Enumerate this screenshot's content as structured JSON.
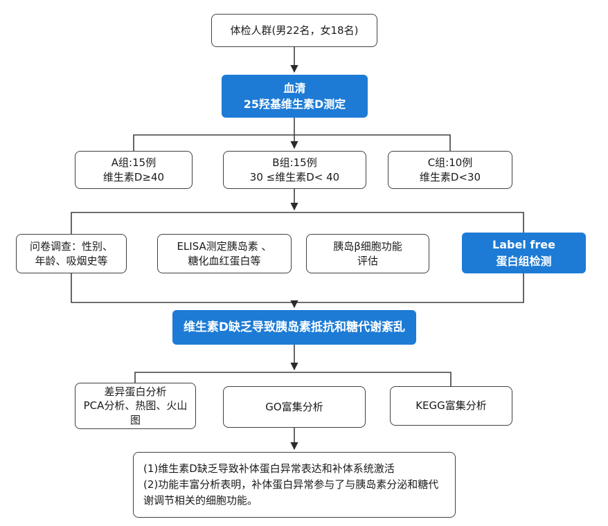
{
  "palette": {
    "accent_blue": "#1d7bd5",
    "box_border": "#3f3f3f",
    "connector": "#3f3f3f",
    "background": "#ffffff",
    "blue_text": "#ffffff"
  },
  "flowchart": {
    "top": {
      "label": "体检人群(男22名，女18名)"
    },
    "serum": {
      "line1": "血清",
      "line2": "25羟基维生素D测定"
    },
    "groups": [
      {
        "line1": "A组:15例",
        "line2": "维生素D≥40"
      },
      {
        "line1": "B组:15例",
        "line2": "30 ≤维生素D< 40"
      },
      {
        "line1": "C组:10例",
        "line2": "维生素D<30"
      }
    ],
    "assessments": [
      {
        "line1": "问卷调查：性别、",
        "line2": "年龄、吸烟史等"
      },
      {
        "line1": "ELISA测定胰岛素 、",
        "line2": "糖化血红蛋白等"
      },
      {
        "line1": "胰岛β细胞功能",
        "line2": "评估"
      },
      {
        "line1": "Label free",
        "line2": "蛋白组检测"
      }
    ],
    "conclusion": {
      "label": "维生素D缺乏导致胰岛素抵抗和糖代谢紊乱"
    },
    "analyses": [
      {
        "line1": "差异蛋白分析",
        "line2": "PCA分析、热图、火山图"
      },
      {
        "line1": "GO富集分析",
        "line2": ""
      },
      {
        "line1": "KEGG富集分析",
        "line2": ""
      }
    ],
    "findings": [
      "(1)维生素D缺乏导致补体蛋白异常表达和补体系统激活",
      "(2)功能丰富分析表明，补体蛋白异常参与了与胰岛素分泌和糖代谢调节相关的细胞功能。"
    ]
  }
}
